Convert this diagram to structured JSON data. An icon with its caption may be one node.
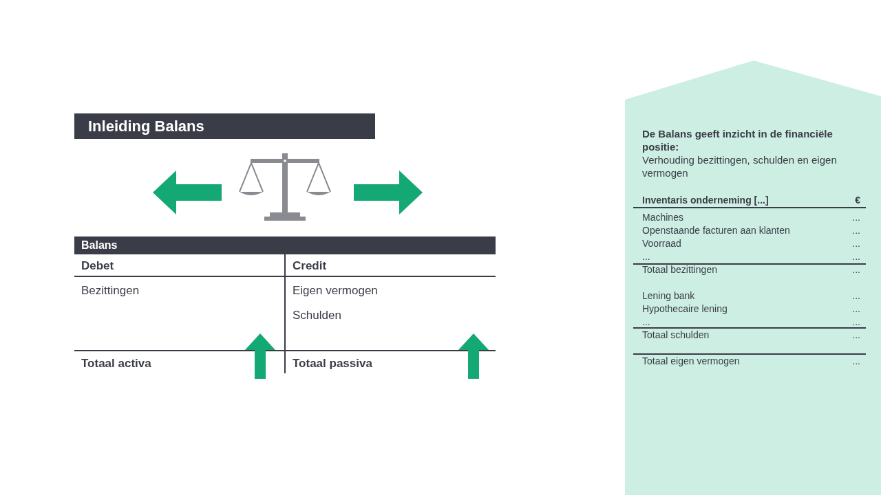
{
  "diagram": {
    "title": "Inleiding Balans",
    "nodes": [
      {
        "text": [
          "De Balans geeft inzicht in de financiële positie:",
          "Verhouding bezittingen, schulden en eigen vermogen"
        ]
      }
    ],
    "labels": [
      "Balans",
      "Debet",
      "Credit",
      "Bezittingen",
      "Eigen vermogen",
      "Schulden",
      "Totaal activa",
      "Totaal passiva",
      "Inventaris onderneming [...]",
      "€",
      "Machines",
      "...",
      "Openstaande facturen aan klanten",
      "...",
      "Voorraad",
      "...",
      "...",
      "...",
      "Totaal bezittingen",
      "...",
      "Lening bank",
      "...",
      "Hypothecaire lening",
      "...",
      "...",
      "...",
      "Totaal schulden",
      "...",
      "Totaal eigen vermogen",
      "..."
    ]
  }
}
